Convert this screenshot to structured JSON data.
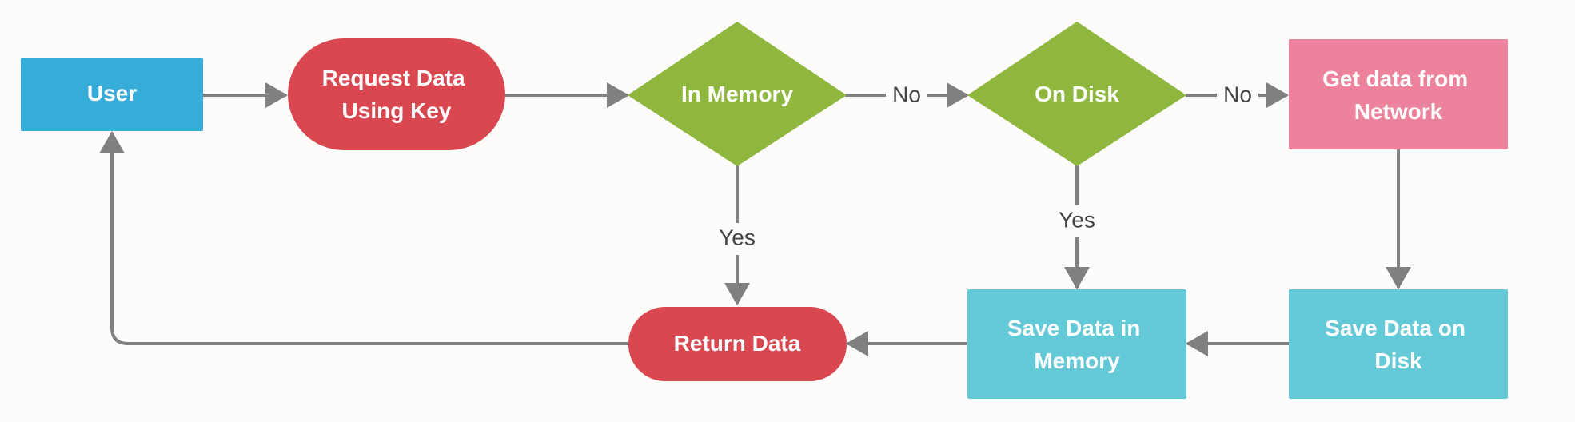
{
  "colors": {
    "background": "#fdfcfb",
    "user": "#36acd9",
    "terminal": "#d94751",
    "decision": "#8fb73e",
    "network": "#ec829b",
    "save": "#63c9d6",
    "edge": "#808080"
  },
  "nodes": {
    "user": {
      "lines": [
        "User"
      ]
    },
    "request": {
      "lines": [
        "Request Data",
        "Using Key"
      ]
    },
    "in_memory": {
      "lines": [
        "In Memory"
      ]
    },
    "on_disk": {
      "lines": [
        "On Disk"
      ]
    },
    "network": {
      "lines": [
        "Get data from",
        "Network"
      ]
    },
    "save_disk": {
      "lines": [
        "Save Data on",
        "Disk"
      ]
    },
    "save_memory": {
      "lines": [
        "Save Data in",
        "Memory"
      ]
    },
    "return_data": {
      "lines": [
        "Return Data"
      ]
    }
  },
  "edges": {
    "memory_no": "No",
    "disk_no": "No",
    "memory_yes": "Yes",
    "disk_yes": "Yes"
  }
}
